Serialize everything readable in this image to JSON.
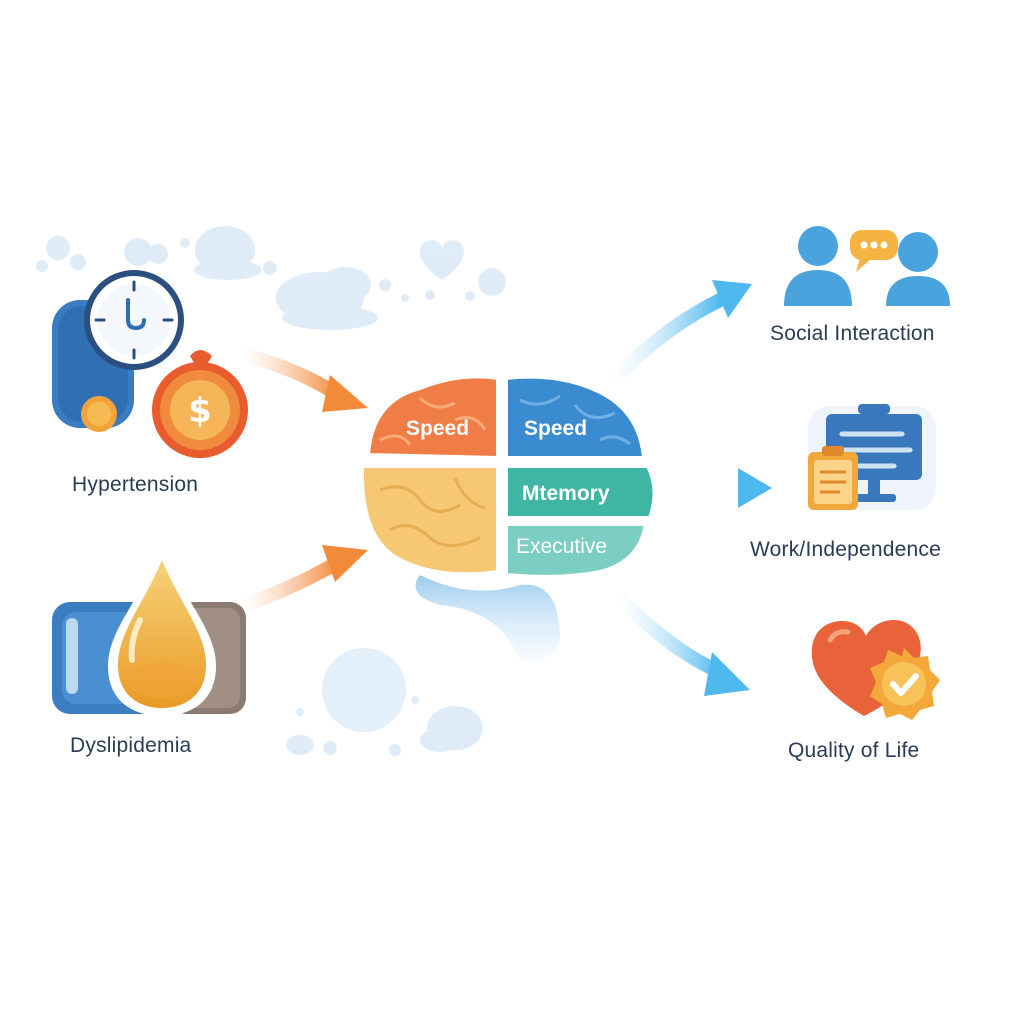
{
  "inputs": [
    {
      "label": "Hypertension",
      "icon": "blood-pressure-gauge-icon"
    },
    {
      "label": "Dyslipidemia",
      "icon": "oil-drop-icon"
    }
  ],
  "brain": {
    "lobes": [
      {
        "label": "Speed",
        "color": "#ef7d45"
      },
      {
        "label": "Speed",
        "color": "#3a8bd0"
      },
      {
        "label": "",
        "color": "#f6c873"
      },
      {
        "label": "Mtemory",
        "color": "#3fb5a3"
      },
      {
        "label": "Executive",
        "color": "#7ccdc2"
      }
    ]
  },
  "outcomes": [
    {
      "label": "Social Interaction",
      "icon": "people-chat-icon"
    },
    {
      "label": "Work/Independence",
      "icon": "clipboard-monitor-icon"
    },
    {
      "label": "Quality of Life",
      "icon": "heart-check-icon"
    }
  ],
  "colors": {
    "text": "#2a3b55",
    "blue": "#3a82c4",
    "orange": "#ef7d45",
    "amber": "#f2b04a",
    "arrow_blue": "#5bbfef",
    "arrow_orange": "#f28a3a"
  }
}
